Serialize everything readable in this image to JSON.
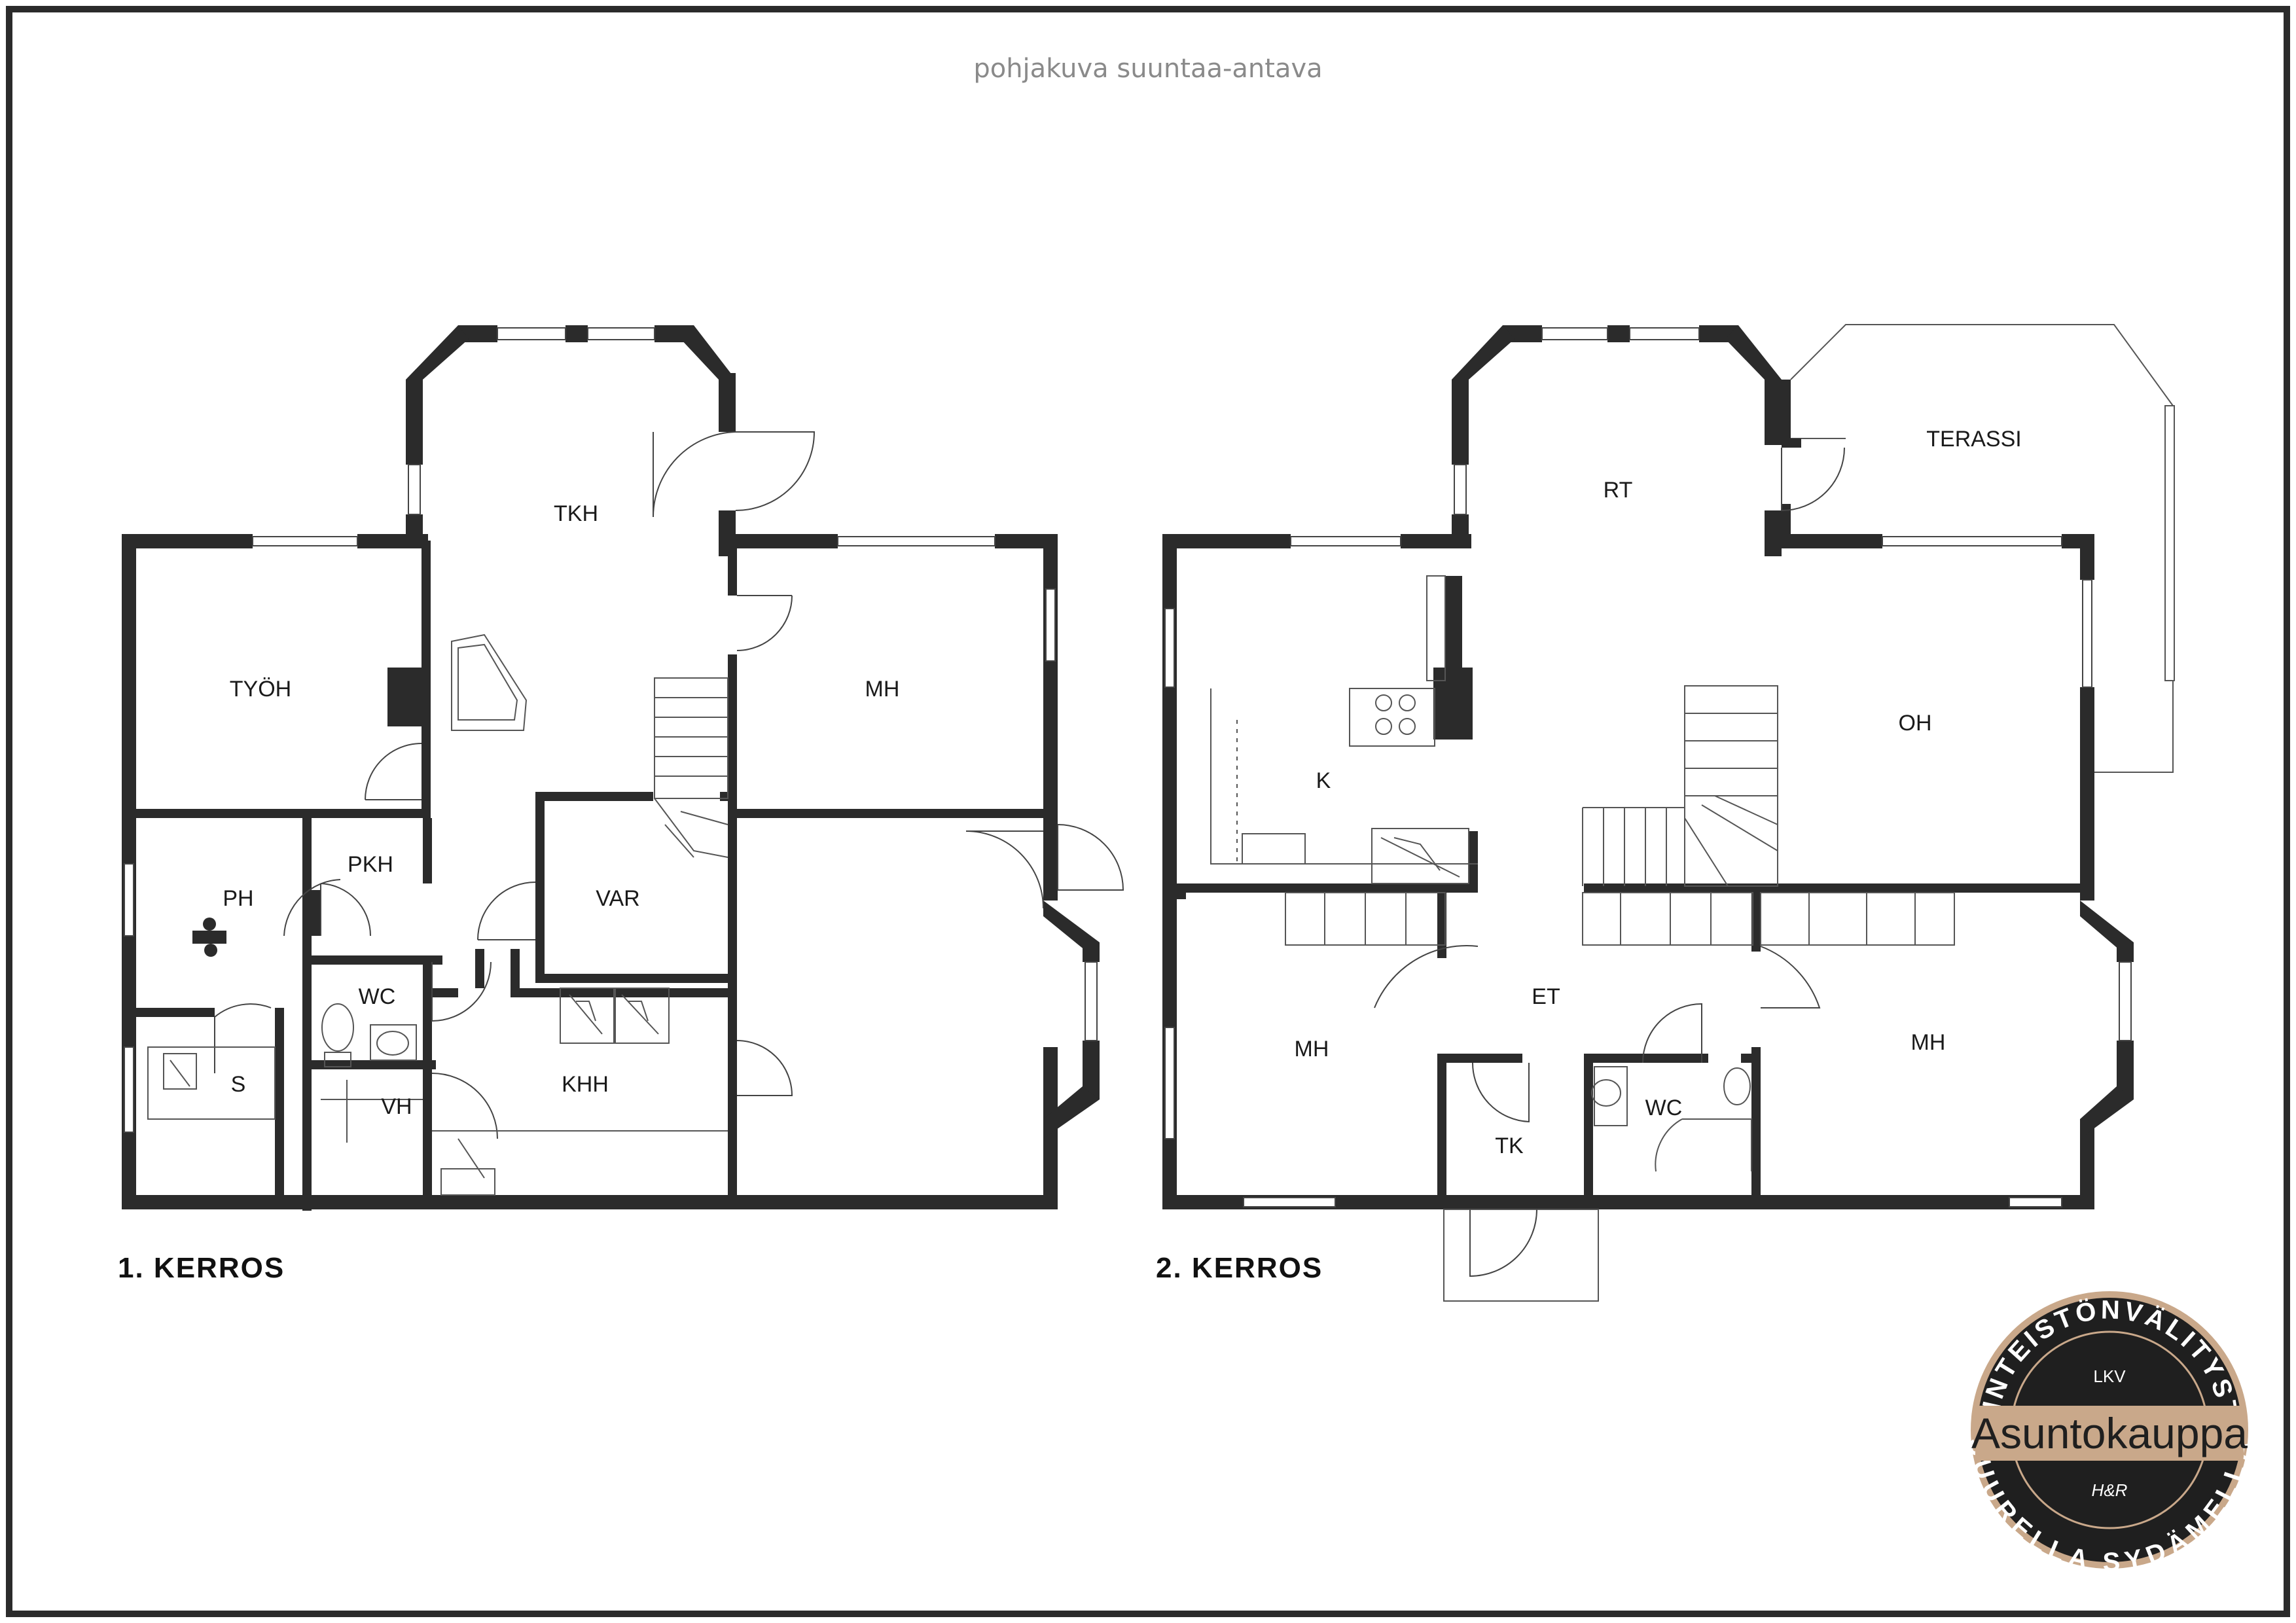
{
  "header": {
    "subtitle": "pohjakuva suuntaa-antava"
  },
  "floor1": {
    "label": "1.  KERROS",
    "rooms": {
      "tkh": "TKH",
      "tyoh": "TYÖH",
      "mh": "MH",
      "ph": "PH",
      "pkh": "PKH",
      "var": "VAR",
      "wc": "WC",
      "s": "S",
      "vh": "VH",
      "khh": "KHH"
    }
  },
  "floor2": {
    "label": "2.  KERROS",
    "rooms": {
      "rt": "RT",
      "terassi": "TERASSI",
      "k": "K",
      "oh": "OH",
      "et": "ET",
      "mh_left": "MH",
      "mh_right": "MH",
      "tk": "TK",
      "wc": "WC"
    }
  },
  "logo": {
    "arc_top": "KIINTEISTÖNVÄLITYSTÄ",
    "arc_bottom": "SUURELLA SYDÄMELLÄ",
    "lkv": "LKV",
    "brand": "Asuntokauppa",
    "monogram": "H&R"
  },
  "colors": {
    "wall": "#2b2b2b",
    "logo_dark": "#1f1f1f",
    "logo_ring": "#c9a88a",
    "frame": "#2b2b2b"
  }
}
